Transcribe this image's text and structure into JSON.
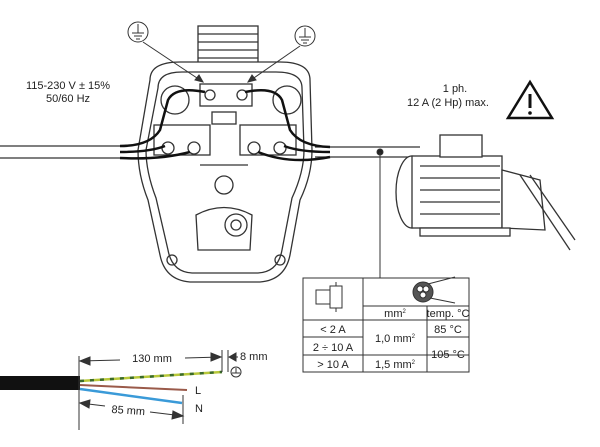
{
  "supply": {
    "voltage": "115-230 V ± 15%",
    "frequency": "50/60 Hz"
  },
  "motor": {
    "phase": "1 ph.",
    "max_current": "12 A (2 Hp) max."
  },
  "table": {
    "header_section": "mm",
    "header_temp": "temp. °C",
    "rows": [
      {
        "current": "< 2 A",
        "section": "1,0 mm",
        "temp": "85 °C"
      },
      {
        "current": "2 ÷ 10 A"
      },
      {
        "current": "> 10 A",
        "section": "1,5 mm",
        "temp": "105 °C"
      }
    ],
    "superscript": "2"
  },
  "cable": {
    "strip_length": "130 mm",
    "end_strip": "8 mm",
    "neutral_length": "85 mm",
    "live_label": "L",
    "neutral_label": "N"
  },
  "colors": {
    "earth": "#b8c83a",
    "live": "#9a5a4a",
    "neutral": "#3a9ad8"
  }
}
